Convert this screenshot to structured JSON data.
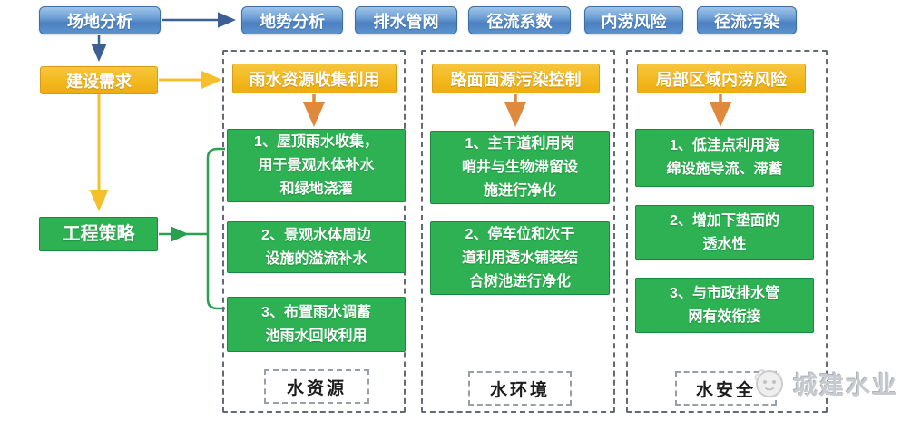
{
  "flow": {
    "site_analysis": "场地分析",
    "analysis_items": [
      "地势分析",
      "排水管网",
      "径流系数",
      "内涝风险",
      "径流污染"
    ],
    "construction_needs": "建设需求",
    "engineering_strategy": "工程策略"
  },
  "columns": [
    {
      "header": "雨水资源收集利用",
      "items": [
        "1、屋顶雨水收集，\n用于景观水体补水\n和绿地浇灌",
        "2、景观水体周边\n设施的溢流补水",
        "3、布置雨水调蓄\n池雨水回收利用"
      ],
      "label": "水资源"
    },
    {
      "header": "路面面源污染控制",
      "items": [
        "1、主干道利用岗\n哨井与生物滞留设\n施进行净化",
        "2、停车位和次干\n道利用透水铺装结\n合树池进行净化"
      ],
      "label": "水环境"
    },
    {
      "header": "局部区域内涝风险",
      "items": [
        "1、低洼点利用海\n绵设施导流、滞蓄",
        "2、增加下垫面的\n透水性",
        "3、与市政排水管\n网有效衔接"
      ],
      "label": "水安全"
    }
  ],
  "watermark": {
    "logo_text": "城建水业",
    "icon": "water-mascot-icon"
  },
  "colors": {
    "node_blue": "#5b93cf",
    "node_yellow": "#f2b81e",
    "node_green": "#2db152",
    "arrow_navy": "#3c5f94",
    "arrow_yellow": "#f5c02c",
    "arrow_green": "#27a050",
    "arrow_orange": "#e0883c",
    "frame_dash": "#636a76"
  }
}
